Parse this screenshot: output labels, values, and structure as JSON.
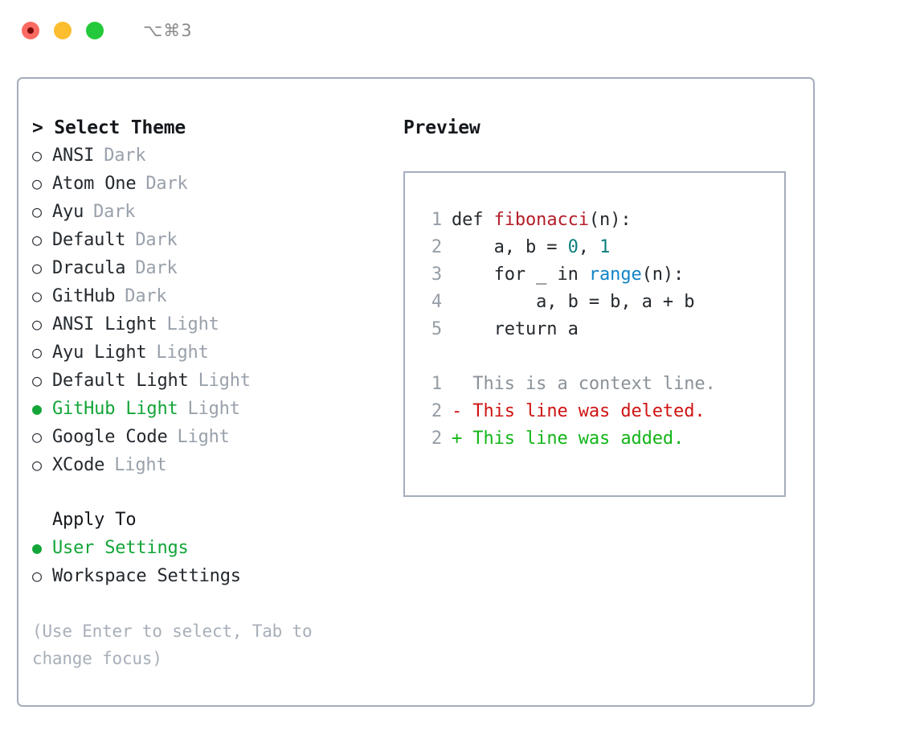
{
  "titlebar": {
    "shortcut": "⌥⌘3",
    "lights": [
      "close",
      "minimize",
      "zoom"
    ]
  },
  "theme_panel": {
    "heading": "> Select Theme",
    "bullet_unselected": "○",
    "bullet_selected": "●",
    "items": [
      {
        "name": "ANSI",
        "tag": "Dark",
        "selected": false
      },
      {
        "name": "Atom One",
        "tag": "Dark",
        "selected": false
      },
      {
        "name": "Ayu",
        "tag": "Dark",
        "selected": false
      },
      {
        "name": "Default",
        "tag": "Dark",
        "selected": false
      },
      {
        "name": "Dracula",
        "tag": "Dark",
        "selected": false
      },
      {
        "name": "GitHub",
        "tag": "Dark",
        "selected": false
      },
      {
        "name": "ANSI Light",
        "tag": "Light",
        "selected": false
      },
      {
        "name": "Ayu Light",
        "tag": "Light",
        "selected": false
      },
      {
        "name": "Default Light",
        "tag": "Light",
        "selected": false
      },
      {
        "name": "GitHub Light",
        "tag": "Light",
        "selected": true
      },
      {
        "name": "Google Code",
        "tag": "Light",
        "selected": false
      },
      {
        "name": "XCode",
        "tag": "Light",
        "selected": false
      }
    ]
  },
  "apply_to": {
    "heading": "Apply To",
    "items": [
      {
        "name": "User Settings",
        "selected": true
      },
      {
        "name": "Workspace Settings",
        "selected": false
      }
    ]
  },
  "hint": "(Use Enter to select, Tab to change focus)",
  "preview": {
    "heading": "Preview",
    "code_lines": [
      {
        "no": "1",
        "tokens": [
          {
            "t": "def ",
            "c": "tok-def"
          },
          {
            "t": "fibonacci",
            "c": "tok-fn"
          },
          {
            "t": "(n):",
            "c": "tok-def"
          }
        ]
      },
      {
        "no": "2",
        "tokens": [
          {
            "t": "    a, b = ",
            "c": "tok-def"
          },
          {
            "t": "0",
            "c": "tok-num"
          },
          {
            "t": ", ",
            "c": "tok-def"
          },
          {
            "t": "1",
            "c": "tok-num"
          }
        ]
      },
      {
        "no": "3",
        "tokens": [
          {
            "t": "    for _ in ",
            "c": "tok-def"
          },
          {
            "t": "range",
            "c": "tok-call"
          },
          {
            "t": "(n):",
            "c": "tok-def"
          }
        ]
      },
      {
        "no": "4",
        "tokens": [
          {
            "t": "        a, b = b, a + b",
            "c": "tok-def"
          }
        ]
      },
      {
        "no": "5",
        "tokens": [
          {
            "t": "    return a",
            "c": "tok-def"
          }
        ]
      }
    ],
    "diff_lines": [
      {
        "no": "1",
        "marker": "  ",
        "text": "This is a context line.",
        "kind": "diff-ctx"
      },
      {
        "no": "2",
        "marker": "- ",
        "text": "This line was deleted.",
        "kind": "diff-del"
      },
      {
        "no": "2",
        "marker": "+ ",
        "text": "This line was added.",
        "kind": "diff-add"
      }
    ]
  },
  "colors": {
    "accent_green": "#13A538",
    "border": "#A4ADBC",
    "muted": "#99A1AB",
    "fn_red": "#B31D28",
    "num_teal": "#0B7F7F",
    "call_blue": "#1184C8",
    "diff_add": "#13B518",
    "diff_del": "#D01313",
    "gutter": "#959DA5"
  }
}
